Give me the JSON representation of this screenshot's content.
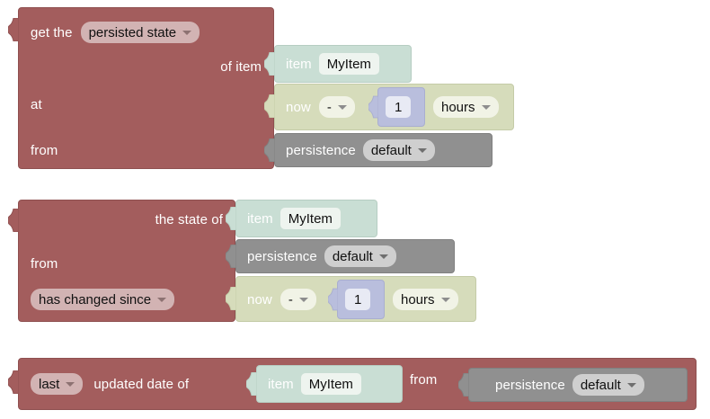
{
  "workspace": {
    "background": "#ffffff",
    "palette": {
      "maroon": "#a35d5d",
      "mint": "#c9ded4",
      "olive": "#d6dcbb",
      "gray": "#909090",
      "lavender": "#b9bedd",
      "field_rose": "#d2b3b3",
      "field_light": "#eef4ef",
      "field_gray": "#cfcfcf",
      "label_light": "#ffffff",
      "label_dark": "#1a1a1a"
    }
  },
  "groups": [
    {
      "id": "get-persisted-state",
      "color": "maroon",
      "rows": [
        {
          "label": "get the",
          "field": {
            "value": "persisted state",
            "type": "dropdown"
          }
        },
        {
          "label": "of item",
          "child": {
            "id": "item-block-1",
            "color": "mint",
            "label": "item",
            "field": {
              "value": "MyItem",
              "type": "text"
            }
          }
        },
        {
          "label": "at",
          "child": {
            "id": "datetime-block-1",
            "color": "olive",
            "label": "now",
            "operator": {
              "value": "-",
              "type": "dropdown"
            },
            "number": {
              "value": "1",
              "type": "number",
              "color": "lavender"
            },
            "unit": {
              "value": "hours",
              "type": "dropdown"
            }
          }
        },
        {
          "label": "from",
          "child": {
            "id": "persistence-block-1",
            "color": "gray",
            "label": "persistence",
            "field": {
              "value": "default",
              "type": "dropdown"
            }
          }
        }
      ]
    },
    {
      "id": "state-changed-since",
      "color": "maroon",
      "rows": [
        {
          "label": "the state of",
          "child": {
            "id": "item-block-2",
            "color": "mint",
            "label": "item",
            "field": {
              "value": "MyItem",
              "type": "text"
            }
          }
        },
        {
          "label": "from",
          "child": {
            "id": "persistence-block-2",
            "color": "gray",
            "label": "persistence",
            "field": {
              "value": "default",
              "type": "dropdown"
            }
          }
        },
        {
          "field": {
            "value": "has changed since",
            "type": "dropdown"
          },
          "child": {
            "id": "datetime-block-2",
            "color": "olive",
            "label": "now",
            "operator": {
              "value": "-",
              "type": "dropdown"
            },
            "number": {
              "value": "1",
              "type": "number",
              "color": "lavender"
            },
            "unit": {
              "value": "hours",
              "type": "dropdown"
            }
          }
        }
      ]
    },
    {
      "id": "last-updated-date",
      "color": "maroon",
      "rows": [
        {
          "field": {
            "value": "last",
            "type": "dropdown"
          },
          "label": "updated date of",
          "label2": "from",
          "child": {
            "id": "item-block-3",
            "color": "mint",
            "label": "item",
            "field": {
              "value": "MyItem",
              "type": "text"
            }
          },
          "child2": {
            "id": "persistence-block-3",
            "color": "gray",
            "label": "persistence",
            "field": {
              "value": "default",
              "type": "dropdown"
            }
          }
        }
      ]
    }
  ],
  "icons": {
    "dropdown": "chevron-down-icon",
    "output_plug": "puzzle-tab-icon",
    "input_socket": "puzzle-socket-icon"
  }
}
